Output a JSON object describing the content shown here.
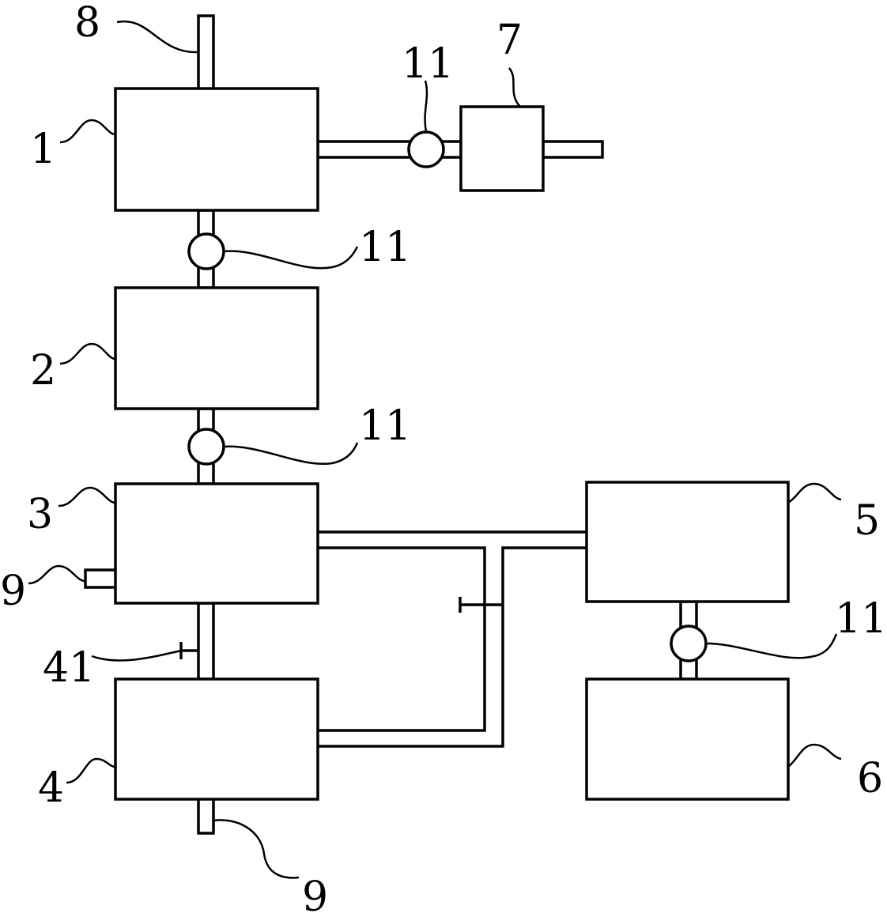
{
  "labels": {
    "b1": "1",
    "b2": "2",
    "b3": "3",
    "b4": "4",
    "b5": "5",
    "b6": "6",
    "b7": "7",
    "inlet8": "8",
    "outlet9_left": "9",
    "outlet9_bottom": "9",
    "tap41": "41",
    "valve_1_7": "11",
    "valve_1_2": "11",
    "valve_2_3": "11",
    "valve_5_6": "11"
  }
}
